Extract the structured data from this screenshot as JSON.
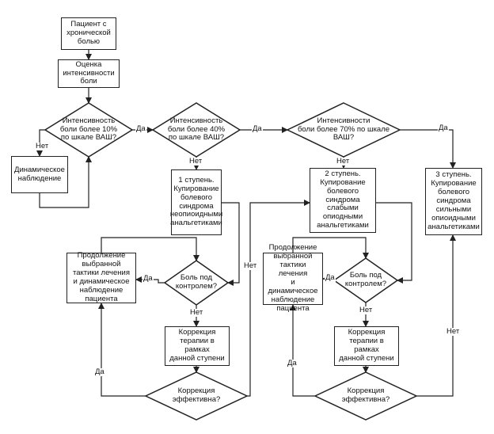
{
  "nodes": {
    "patient": "Пациент с\nхронической\nболью",
    "assess": "Оценка\nинтенсивности\nболи",
    "d10": "Интенсивность\nболи более 10%\nпо шкале ВАШ?",
    "dynamic_obs": "Динамическое\nнаблюдение",
    "d40": "Интенсивность\nболи более 40%\nпо шкале ВАШ?",
    "d70": "Интенсивности\nболи более 70% по шкале\nВАШ?",
    "step1": "1 ступень.\nКупирование\nболевого\nсиндрома\nнеопиоидными\nанальгетиками",
    "step2": "2 ступень.\nКупирование\nболевого\nсиндрома\nслабыми\nопиодными\nанальгетиками",
    "step3": "3 ступень.\nКупирование\nболевого\nсиндрома\nсильными\nопиоидными\nанальгетиками",
    "continue_left": "Продолжение\nвыбранной\nтактики лечения\nи динамическое\nнаблюдение\nпациента",
    "control_left": "Боль под\nконтролем?",
    "correction_left": "Коррекция\nтерапии в рамках\nданной ступени",
    "effective_left": "Коррекция\nэффективна?",
    "continue_right": "Продолжение\nвыбранной\nтактики лечения\nи динамическое\nнаблюдение\nпациента",
    "control_right": "Боль под\nконтролем?",
    "correction_right": "Коррекция\nтерапии в рамках\nданной ступени",
    "effective_right": "Коррекция\nэффективна?"
  },
  "labels": {
    "yes": "Да",
    "no": "Нет"
  }
}
